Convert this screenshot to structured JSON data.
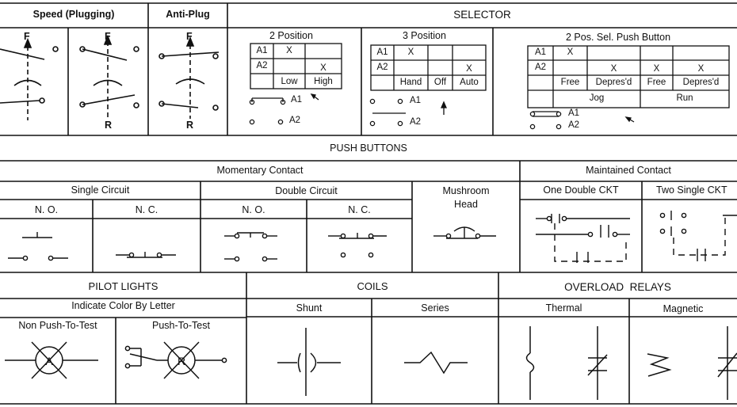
{
  "top": {
    "speed_plugging": "Speed (Plugging)",
    "anti_plug": "Anti-Plug",
    "selector": "SELECTOR",
    "two_position": "2 Position",
    "three_position": "3 Position",
    "two_pos_sel_push_button": "2 Pos. Sel. Push Button",
    "f": "F",
    "r": "R",
    "a1": "A1",
    "a2": "A2",
    "x": "X",
    "low": "Low",
    "high": "High",
    "hand": "Hand",
    "off": "Off",
    "auto": "Auto",
    "free": "Free",
    "depresd": "Depres'd",
    "jog": "Jog",
    "run": "Run"
  },
  "push_buttons": {
    "title": "PUSH BUTTONS",
    "momentary_contact": "Momentary Contact",
    "maintained_contact": "Maintained Contact",
    "single_circuit": "Single Circuit",
    "double_circuit": "Double Circuit",
    "mushroom": "Mushroom",
    "head": "Head",
    "one_double_ckt": "One Double CKT",
    "two_single_ckt": "Two Single CKT",
    "no": "N. O.",
    "nc": "N. C."
  },
  "bottom": {
    "pilot_lights": "PILOT LIGHTS",
    "indicate_color": "Indicate Color By Letter",
    "non_push_to_test": "Non Push-To-Test",
    "push_to_test": "Push-To-Test",
    "lamp_a": "A",
    "lamp_r": "R",
    "coils": "COILS",
    "shunt": "Shunt",
    "series": "Series",
    "overload_relays": "OVERLOAD  RELAYS",
    "thermal": "Thermal",
    "magnetic": "Magnetic"
  }
}
